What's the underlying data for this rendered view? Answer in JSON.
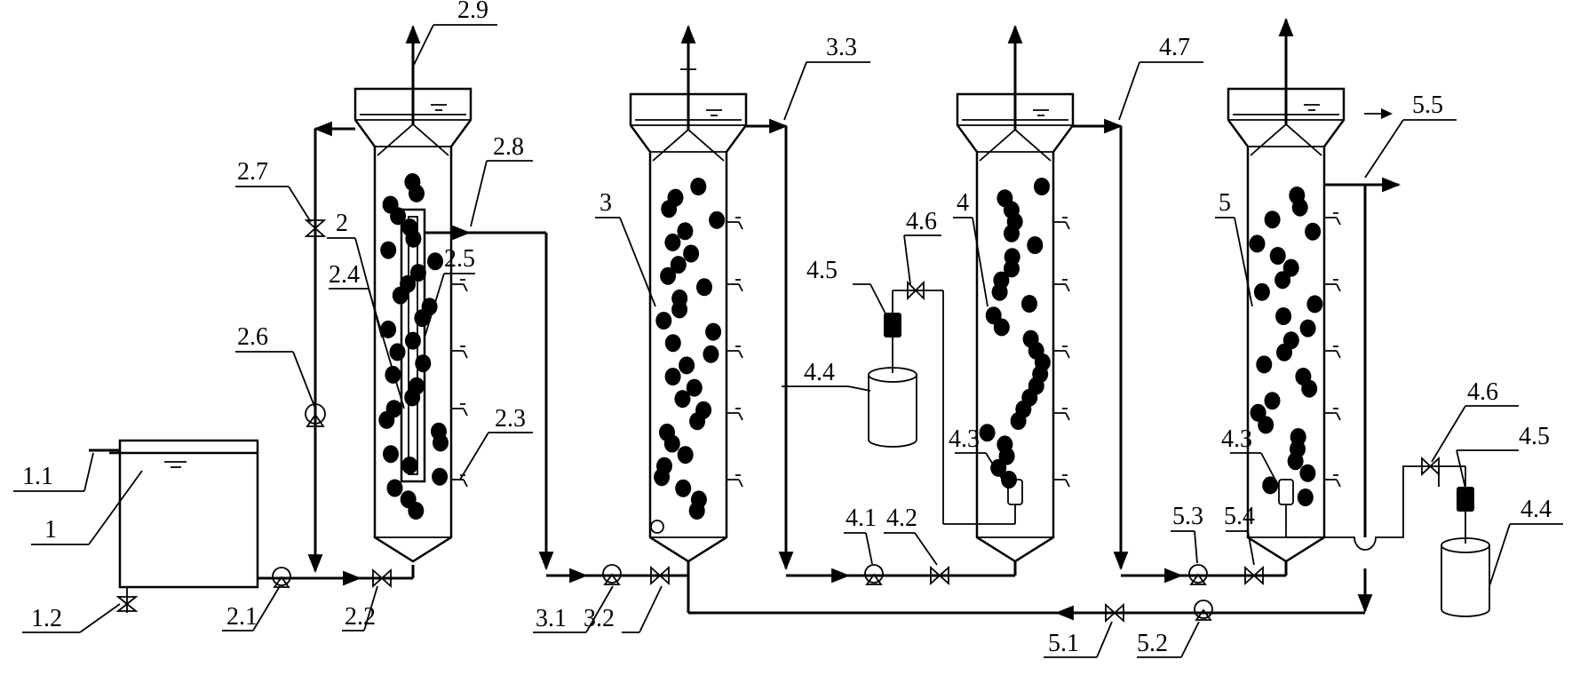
{
  "labels": {
    "tank": "1",
    "tank_inlet": "1.1",
    "tank_drain": "1.2",
    "r2": "2",
    "p21": "2.1",
    "v22": "2.2",
    "p23": "2.3",
    "p24": "2.4",
    "p25": "2.5",
    "p26": "2.6",
    "v27": "2.7",
    "p28": "2.8",
    "p29": "2.9",
    "r3": "3",
    "p31": "3.1",
    "v32": "3.2",
    "p33": "3.3",
    "r4": "4",
    "p41": "4.1",
    "v42": "4.2",
    "p43": "4.3",
    "p44": "4.4",
    "p45": "4.5",
    "v46": "4.6",
    "p47": "4.7",
    "r5": "5",
    "v51": "5.1",
    "p52": "5.2",
    "p53": "5.3",
    "v54": "5.4",
    "p55": "5.5",
    "p43b": "4.3",
    "p44b": "4.4",
    "p45b": "4.5",
    "v46b": "4.6"
  }
}
